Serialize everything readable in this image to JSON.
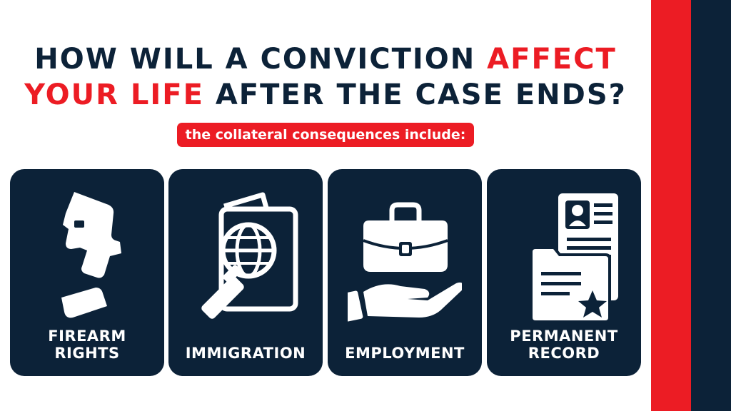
{
  "headline": {
    "part1": "HOW WILL A CONVICTION ",
    "accent1": "AFFECT",
    "accent2": "YOUR LIFE",
    "part2": " AFTER THE CASE ENDS?"
  },
  "subtitle": "the collateral consequences include:",
  "cards": [
    {
      "label": "FIREARM\nRIGHTS",
      "icon": "handgun-icon"
    },
    {
      "label": "IMMIGRATION",
      "icon": "passport-magnifier-icon"
    },
    {
      "label": "EMPLOYMENT",
      "icon": "briefcase-hand-icon"
    },
    {
      "label": "PERMANENT\nRECORD",
      "icon": "record-folder-icon"
    }
  ],
  "colors": {
    "navy": "#0c2238",
    "red": "#ec1c24",
    "white": "#ffffff"
  }
}
